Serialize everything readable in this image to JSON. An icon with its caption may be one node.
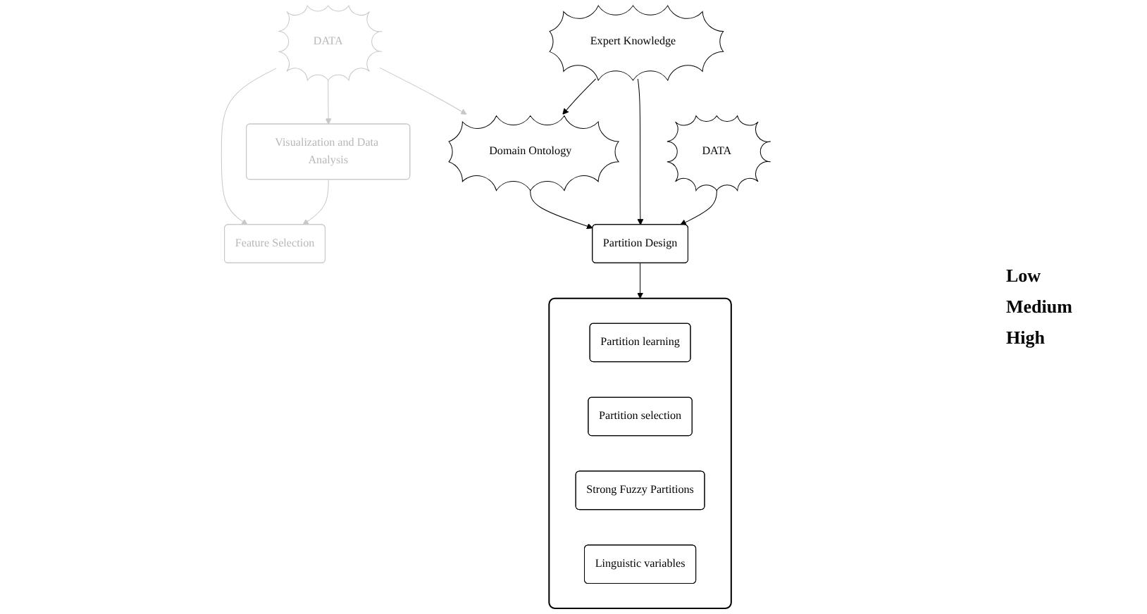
{
  "diagram": {
    "nodes": [
      {
        "text": [
          "DATA"
        ]
      },
      {
        "text": [
          "Visualization and Data Analysis"
        ]
      },
      {
        "text": [
          "Feature Selection"
        ]
      },
      {
        "text": [
          "Domain Ontology"
        ]
      },
      {
        "text": [
          "Expert Knowledge"
        ]
      },
      {
        "text": [
          "Partition Design"
        ]
      },
      {
        "text": [],
        "shape": "box"
      },
      {
        "text": [
          "Partition learning"
        ],
        "in": 6
      },
      {
        "text": [
          "Partition selection"
        ],
        "in": 6
      },
      {
        "text": [
          "Strong Fuzzy Partitions"
        ],
        "in": 6
      },
      {
        "text": [
          "Linguistic variables"
        ],
        "in": 6
      },
      {
        "text": [
          "DATA"
        ]
      }
    ],
    "edges": [
      {
        "from": 0,
        "to": 1,
        "arrow": "to",
        "color": "#c8c8c8"
      },
      {
        "from": 0,
        "to": 2,
        "arrow": "to",
        "color": "#c8c8c8"
      },
      {
        "from": 1,
        "to": 2,
        "arrow": "to",
        "color": "#c8c8c8"
      },
      {
        "from": 0,
        "to": 3,
        "arrow": "to",
        "color": "#c8c8c8"
      },
      {
        "from": 4,
        "to": 3,
        "arrow": "to"
      },
      {
        "from": 3,
        "to": 5,
        "arrow": "to"
      },
      {
        "from": 4,
        "to": 5,
        "arrow": "to"
      },
      {
        "from": 11,
        "to": 5,
        "arrow": "to"
      },
      {
        "from": 5,
        "to": 6,
        "arrow": "to"
      }
    ],
    "labels": [
      "Low",
      "Medium",
      "High"
    ]
  }
}
